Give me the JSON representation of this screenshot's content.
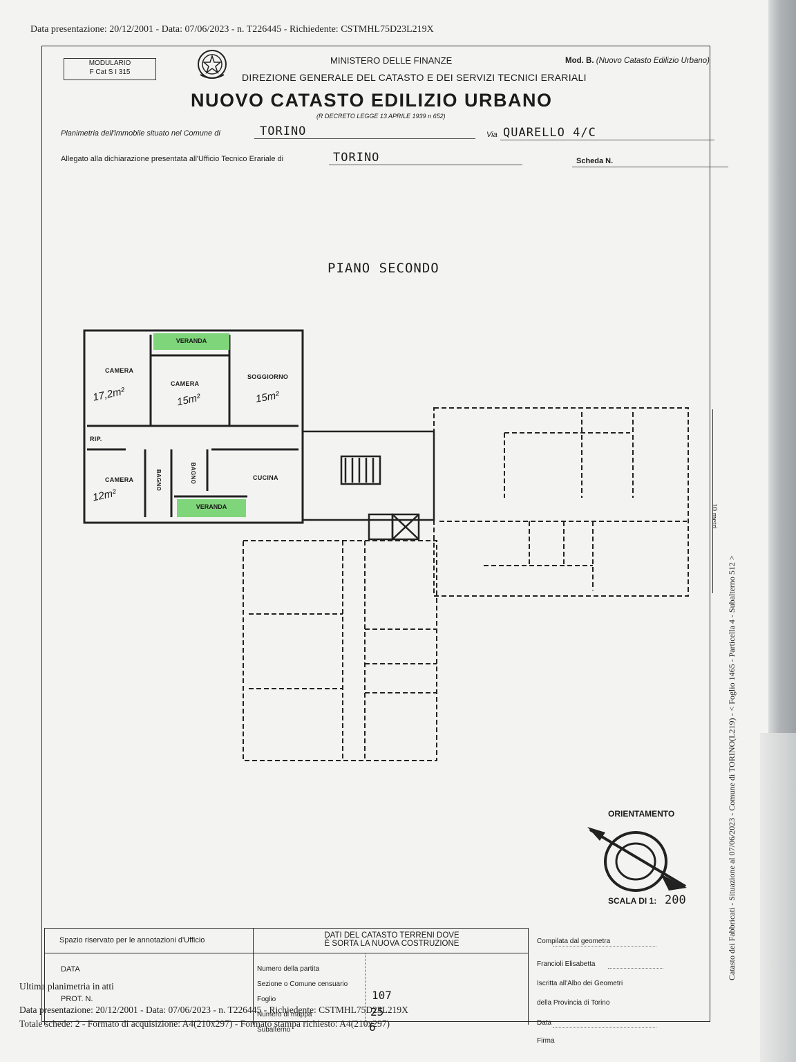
{
  "top_stamp": "Data presentazione: 20/12/2001 - Data: 07/06/2023 - n. T226445 - Richiedente: CSTMHL75D23L219X",
  "header": {
    "modulario_line1": "MODULARIO",
    "modulario_line2": "F   Cat S I   315",
    "ministero": "MINISTERO DELLE FINANZE",
    "direzione": "DIREZIONE GENERALE DEL CATASTO E DEI SERVIZI TECNICI ERARIALI",
    "mod_b": "Mod. B.",
    "mod_b_sub": "(Nuovo Catasto Edilizio Urbano)",
    "title": "NUOVO CATASTO EDILIZIO URBANO",
    "decreto": "(R DECRETO   LEGGE 13 APRILE 1939  n  652)"
  },
  "fields": {
    "planimetria_label": "Planimetria dell'immobile situato nel Comune di",
    "comune": "TORINO",
    "via_label": "Via",
    "via": "QUARELLO 4/C",
    "allegato_label": "Allegato alla dichiarazione presentata all'Ufficio Tecnico Erariale di",
    "ufficio": "TORINO",
    "scheda_label": "Scheda N."
  },
  "plan": {
    "floor_title": "PIANO SECONDO",
    "rooms": {
      "camera_1": "CAMERA",
      "camera_1_area": "17,2m²",
      "camera_2": "CAMERA",
      "camera_2_area": "15m²",
      "soggiorno": "SOGGIORNO",
      "soggiorno_area": "15m²",
      "rip": "RIP.",
      "camera_3": "CAMERA",
      "camera_3_area": "12m²",
      "bagno_1": "BAGNO",
      "bagno_2": "BAGNO",
      "cucina": "CUCINA",
      "veranda_top": "VERANDA",
      "veranda_bottom": "VERANDA"
    },
    "veranda_color": "#7fd67a"
  },
  "orientation": {
    "label": "ORIENTAMENTO",
    "scale_label": "SCALA DI 1:",
    "scale_value": "200"
  },
  "side": {
    "vertical_text": "Catasto dei Fabbricati - Situazione al 07/06/2023 - Comune di TORINO(L219) - < Foglio 1465 - Particella 4 - Subalterno 512 >",
    "scale_bar": "10 metri"
  },
  "bottom": {
    "spazio": "Spazio riservato per le annotazioni d'Ufficio",
    "dati_line1": "DATI DEL CATASTO TERRENI DOVE",
    "dati_line2": "È SORTA LA NUOVA COSTRUZIONE",
    "data_label": "DATA",
    "prot_label": "PROT. N.",
    "numero_partita": "Numero della partita",
    "sezione": "Sezione o Comune censuario",
    "foglio": "Foglio",
    "foglio_val": "107",
    "numero_mappa": "Numero di mappa",
    "mappa_val": "25",
    "subalterno": "Subalterno",
    "sub_val": "6",
    "compilata": "Compilata dal geometra",
    "geometra": "Francioli Elisabetta",
    "iscritta": "Iscritta all'Albo dei Geometri",
    "provincia": "della Provincia di Torino",
    "data2": "Data",
    "firma": "Firma"
  },
  "overlay": {
    "ultima": "Ultima planimetria in atti",
    "line2": "Data presentazione: 20/12/2001 - Data: 07/06/2023 - n. T226445 - Richiedente: CSTMHL75D23L219X",
    "line3": "Totale schede: 2 - Formato di acquisizione: A4(210x297) - Formato stampa richiesto: A4(210x297)"
  }
}
